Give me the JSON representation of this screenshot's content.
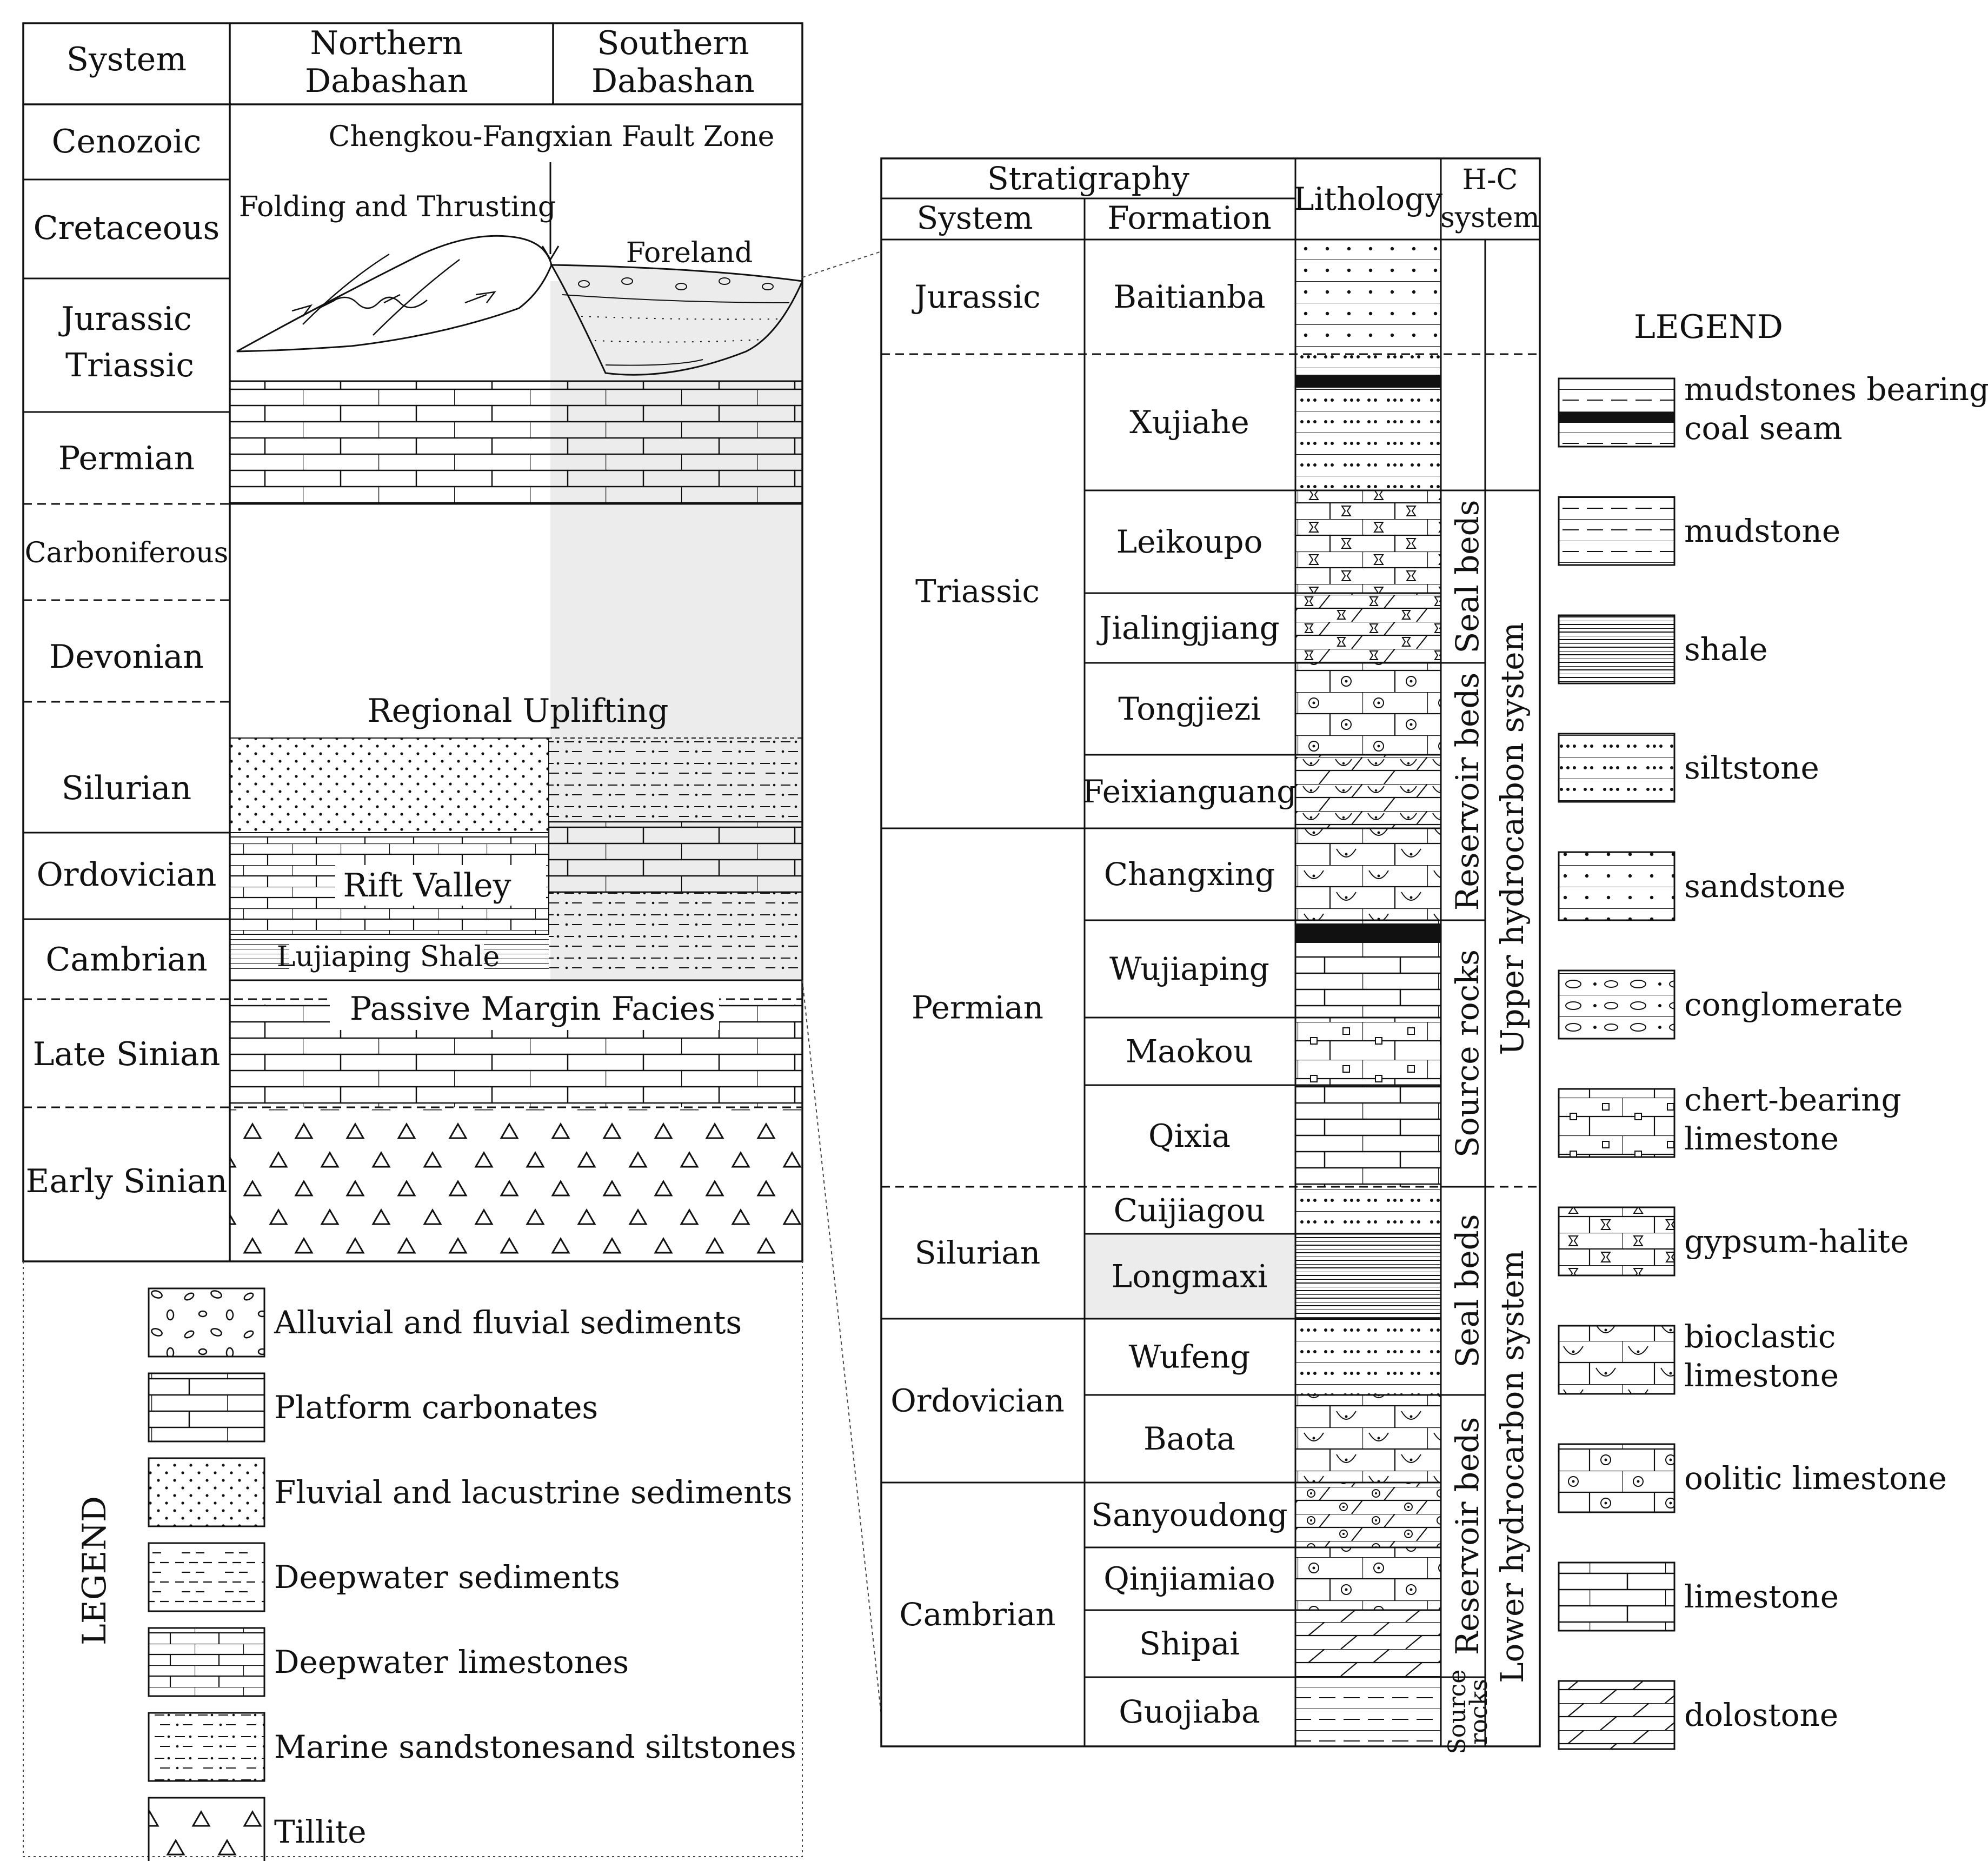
{
  "colors": {
    "line": "#111111",
    "shade": "#ececec",
    "background": "#ffffff"
  },
  "left": {
    "headers": {
      "system": "System",
      "northern": "Northern\nDabashan",
      "southern": "Southern\nDabashan"
    },
    "systems": [
      "Cenozoic",
      "Cretaceous",
      "Jurassic\nTriassic",
      "Permian",
      "Carboniferous",
      "Devonian",
      "Silurian",
      "Ordovician",
      "Cambrian",
      "Late Sinian",
      "Early Sinian"
    ],
    "annotations": {
      "fault": "Chengkou-Fangxian Fault Zone",
      "folding": "Folding and Thrusting",
      "foreland": "Foreland",
      "uplift": "Regional  Uplifting",
      "rift": "Rift Valley",
      "shale": "Lujiaping Shale",
      "passive": "Passive Margin Facies"
    },
    "legend_title": "LEGEND",
    "legend": [
      {
        "pattern": "alluvial",
        "label": "Alluvial and fluvial sediments"
      },
      {
        "pattern": "platform",
        "label": "Platform carbonates"
      },
      {
        "pattern": "fluvial",
        "label": "Fluvial and lacustrine sediments"
      },
      {
        "pattern": "deepwater",
        "label": "Deepwater sediments"
      },
      {
        "pattern": "deeplime",
        "label": "Deepwater limestones"
      },
      {
        "pattern": "marine",
        "label": "Marine sandstonesand siltstones"
      },
      {
        "pattern": "tillite",
        "label": "Tillite"
      }
    ]
  },
  "right": {
    "headers": {
      "stratigraphy": "Stratigraphy",
      "system": "System",
      "formation": "Formation",
      "lithology": "Lithology",
      "hc": "H-C\nsystem"
    },
    "systems": [
      "Jurassic",
      "Triassic",
      "Permian",
      "Silurian",
      "Ordovician",
      "Cambrian"
    ],
    "formations": [
      {
        "name": "Baitianba",
        "lith": "mixed_sand",
        "highlight": false
      },
      {
        "name": "Xujiahe",
        "lith": "coal_mix",
        "highlight": false
      },
      {
        "name": "Leikoupo",
        "lith": "gyp_lime",
        "highlight": false
      },
      {
        "name": "Jialingjiang",
        "lith": "gyp_dolo",
        "highlight": false
      },
      {
        "name": "Tongjiezi",
        "lith": "oolitic",
        "highlight": false
      },
      {
        "name": "Feixianguang",
        "lith": "bio_dolo",
        "highlight": false
      },
      {
        "name": "Changxing",
        "lith": "bioclastic",
        "highlight": false
      },
      {
        "name": "Wujiaping",
        "lith": "coal_lime",
        "highlight": false
      },
      {
        "name": "Maokou",
        "lith": "chert",
        "highlight": false
      },
      {
        "name": "Qixia",
        "lith": "limestone",
        "highlight": false
      },
      {
        "name": "Cuijiagou",
        "lith": "siltstone",
        "highlight": false
      },
      {
        "name": "Longmaxi",
        "lith": "shale",
        "highlight": true
      },
      {
        "name": "Wufeng",
        "lith": "siltstone",
        "highlight": false
      },
      {
        "name": "Baota",
        "lith": "bio_lime",
        "highlight": false
      },
      {
        "name": "Sanyoudong",
        "lith": "oolitic_dolo",
        "highlight": false
      },
      {
        "name": "Qinjiamiao",
        "lith": "oolitic",
        "highlight": false
      },
      {
        "name": "Shipai",
        "lith": "dolostone",
        "highlight": false
      },
      {
        "name": "Guojiaba",
        "lith": "mud_silt",
        "highlight": false
      }
    ],
    "hc_beds": [
      "Seal beds",
      "Reservoir beds",
      "Source rocks",
      "Seal beds",
      "Reservoir beds",
      "Source\nrocks"
    ],
    "hc_systems": [
      "Upper hydrocarbon system",
      "Lower hydrocarbon system"
    ],
    "legend_title": "LEGEND",
    "legend": [
      {
        "pattern": "coal_mud",
        "label": "mudstones bearing\ncoal seam"
      },
      {
        "pattern": "mudstone",
        "label": "mudstone"
      },
      {
        "pattern": "shale",
        "label": "shale"
      },
      {
        "pattern": "siltstone",
        "label": "siltstone"
      },
      {
        "pattern": "sandstone",
        "label": "sandstone"
      },
      {
        "pattern": "conglomerate",
        "label": "conglomerate"
      },
      {
        "pattern": "chert",
        "label": "chert-bearing\nlimestone"
      },
      {
        "pattern": "gypsum",
        "label": "gypsum-halite"
      },
      {
        "pattern": "bioclastic",
        "label": "bioclastic\nlimestone"
      },
      {
        "pattern": "oolitic",
        "label": "oolitic limestone"
      },
      {
        "pattern": "limestone",
        "label": "limestone"
      },
      {
        "pattern": "dolostone",
        "label": "dolostone"
      }
    ]
  }
}
